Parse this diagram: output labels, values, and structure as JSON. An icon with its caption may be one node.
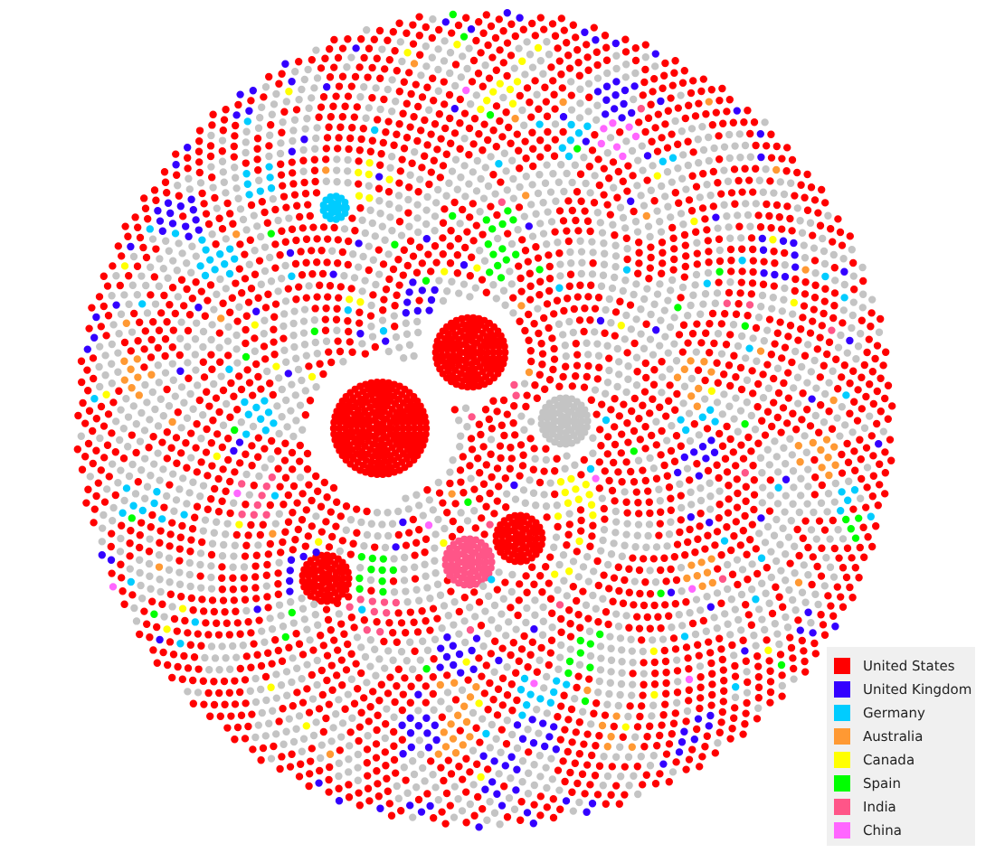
{
  "diagram": {
    "legend": [
      {
        "text": "United States",
        "color": "#ff0000"
      },
      {
        "text": "United Kingdom",
        "color": "#3300ff"
      },
      {
        "text": "Germany",
        "color": "#00ccff"
      },
      {
        "text": "Australia",
        "color": "#ff9933"
      },
      {
        "text": "Canada",
        "color": "#ffff00"
      },
      {
        "text": "Spain",
        "color": "#00ff00"
      },
      {
        "text": "India",
        "color": "#ff5588"
      },
      {
        "text": "China",
        "color": "#ff66ff"
      }
    ]
  }
}
